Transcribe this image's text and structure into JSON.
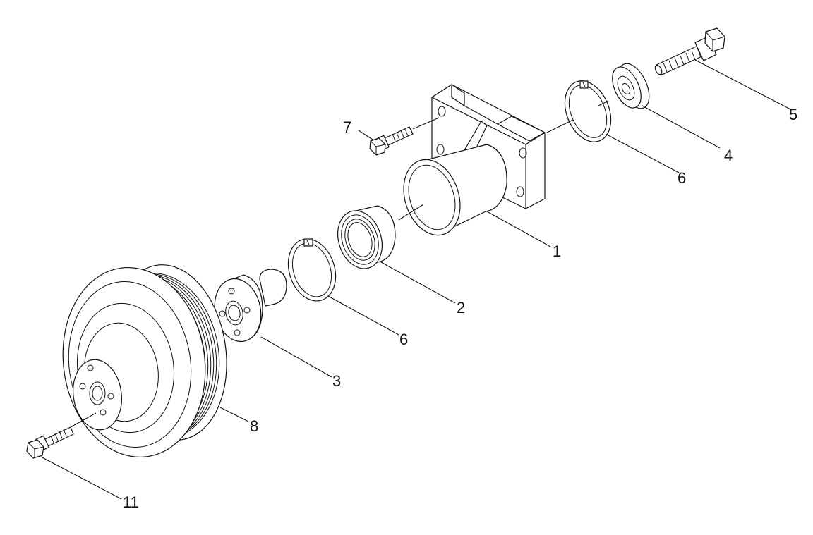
{
  "callouts": {
    "c1": "1",
    "c2": "2",
    "c3": "3",
    "c4": "4",
    "c5": "5",
    "c6a": "6",
    "c6b": "6",
    "c7": "7",
    "c8": "8",
    "c11": "11"
  },
  "colors": {
    "line": "#111111",
    "background": "#ffffff"
  }
}
